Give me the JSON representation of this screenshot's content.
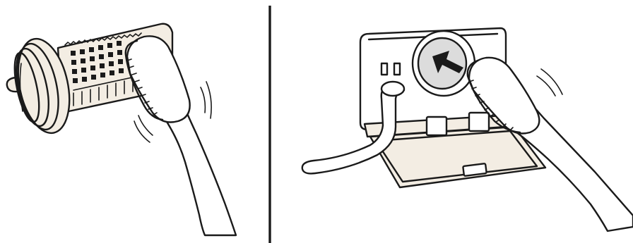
{
  "figure": {
    "panels": [
      {
        "id": "left",
        "subject": "filter-cleaning",
        "icon": "toothbrush-icon"
      },
      {
        "id": "right",
        "subject": "pump-housing-cleaning",
        "icon": "arrow-icon"
      }
    ],
    "colors": {
      "outline": "#1a1a1a",
      "fill": "#f3ede3",
      "background": "#ffffff",
      "arrow_disc": "#dcdcdc"
    }
  }
}
